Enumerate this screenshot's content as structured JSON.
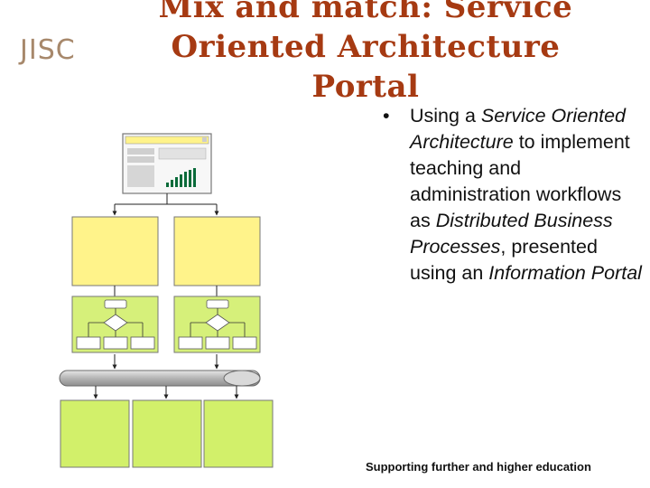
{
  "logo": {
    "text": "JISC"
  },
  "title": {
    "line1": "Mix and match: Service",
    "line2": "Oriented Architecture",
    "line3": "Portal"
  },
  "bullet": {
    "marker": "•",
    "parts": [
      {
        "text": "Using a ",
        "italic": false
      },
      {
        "text": "Service Oriented Architecture",
        "italic": true
      },
      {
        "text": " to implement teaching and administration workflows as ",
        "italic": false
      },
      {
        "text": "Distributed Business Processes",
        "italic": true
      },
      {
        "text": ", presented using an ",
        "italic": false
      },
      {
        "text": "Information Portal",
        "italic": true
      }
    ]
  },
  "footer": {
    "text": "Supporting further and higher education"
  },
  "colors": {
    "title": "#a63a12",
    "logo": "#a7886b",
    "process_box": "#fff38a",
    "workflow_box": "#d6f07a",
    "service_box": "#d2f06a",
    "bus": "#bdbdbd"
  }
}
